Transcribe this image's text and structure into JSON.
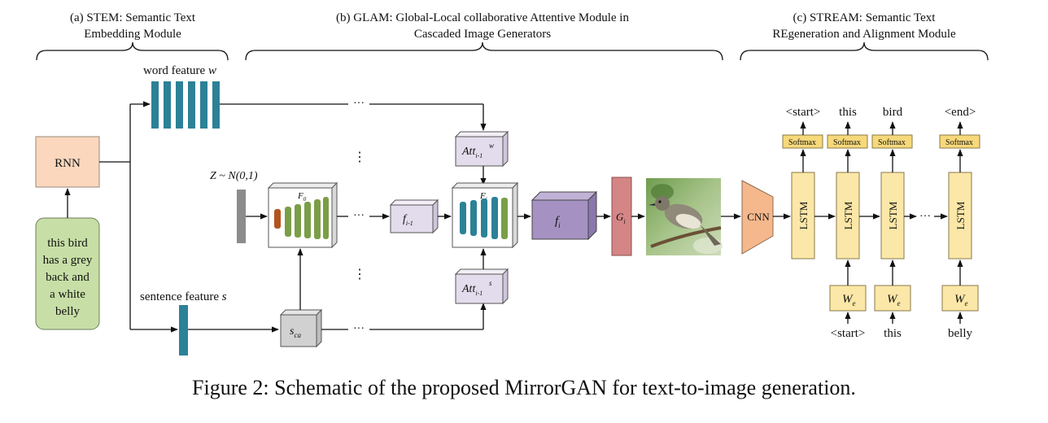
{
  "headers": {
    "stem": [
      "(a) STEM: Semantic Text",
      "Embedding Module"
    ],
    "glam": [
      "(b) GLAM: Global-Local collaborative Attentive Module in",
      "Cascaded Image Generators"
    ],
    "stream": [
      "(c) STREAM: Semantic Text",
      "REgeneration and Alignment Module"
    ]
  },
  "stem": {
    "rnn": "RNN",
    "text_lines": [
      "this bird",
      "has a grey",
      "back and",
      "a white",
      "belly"
    ],
    "word_feature": "word feature",
    "word_feature_var": "w",
    "sentence_feature": "sentence feature",
    "sentence_feature_var": "s"
  },
  "glam": {
    "z_label": "Z ~ N(0,1)",
    "f0": "F",
    "f0_sub": "0",
    "fi": "F",
    "fi_sub": "i",
    "sca": "s",
    "sca_sub": "ca",
    "fim1": "f",
    "fim1_sub": "i-1",
    "att": "Att",
    "att_sub": "i-1",
    "att_w_sup": "w",
    "att_s_sup": "s",
    "fi_small": "f",
    "fi_small_sub": "i",
    "gi": "G",
    "gi_sub": "i",
    "ellipsis": "···",
    "vdots": "⋮"
  },
  "stream": {
    "cnn": "CNN",
    "lstm": "LSTM",
    "softmax": "Softmax",
    "outputs": [
      "<start>",
      "this",
      "bird",
      "<end>"
    ],
    "we": "W",
    "we_sub": "e",
    "inputs": [
      "<start>",
      "this",
      "belly"
    ],
    "ellipsis": "···"
  },
  "caption": "Figure 2: Schematic of the proposed MirrorGAN for text-to-image generation.",
  "colors": {
    "rnn_fill": "#fad7bd",
    "text_fill": "#c7dfa6",
    "teal": "#2c8197",
    "gray_block": "#8c8c8c",
    "olive": "#7a9e47",
    "orange_bar": "#b3541e",
    "purple": "#a592c3",
    "light_purple": "#e3dcec",
    "gi_fill": "#d48585",
    "cnn_fill": "#f5b88c",
    "lstm_fill": "#fbe7a7",
    "sca_fill": "#d1d1d1"
  }
}
